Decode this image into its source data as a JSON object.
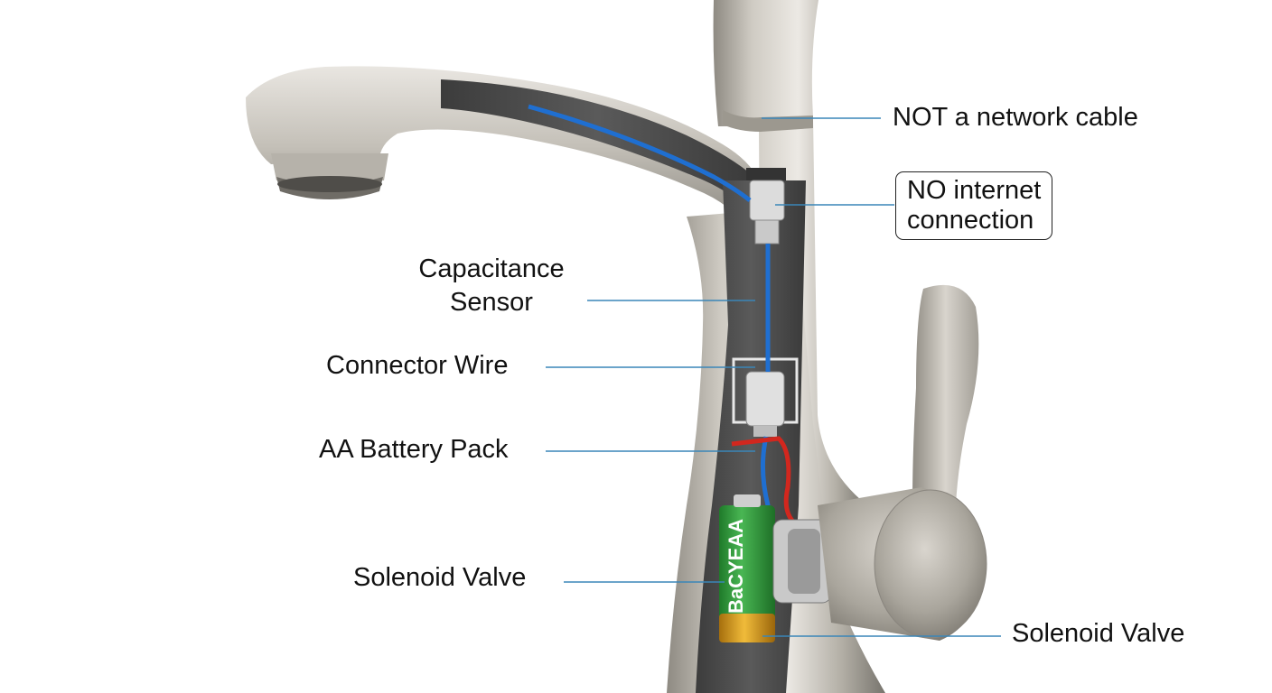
{
  "diagram": {
    "labels": {
      "network_cable": "NOT a network cable",
      "internet_line1": "NO internet",
      "internet_line2": "connection",
      "capacitance_line1": "Capacitance",
      "capacitance_line2": "Sensor",
      "connector_wire": "Connector Wire",
      "battery_pack": "AA Battery Pack",
      "solenoid_left": "Solenoid Valve",
      "solenoid_right": "Solenoid Valve"
    },
    "battery_print": "BaCYEAA",
    "colors": {
      "leader_line": "#3a86b8",
      "signal_wire": "#1f6fd1",
      "power_wire": "#d2271e",
      "battery_green": "#2f9a3a",
      "battery_gold": "#d59a1a",
      "metal_dark": "#7d7a73",
      "metal_mid": "#b9b5ac",
      "metal_light": "#e6e3dd",
      "cavity": "#4a4a4a"
    }
  }
}
